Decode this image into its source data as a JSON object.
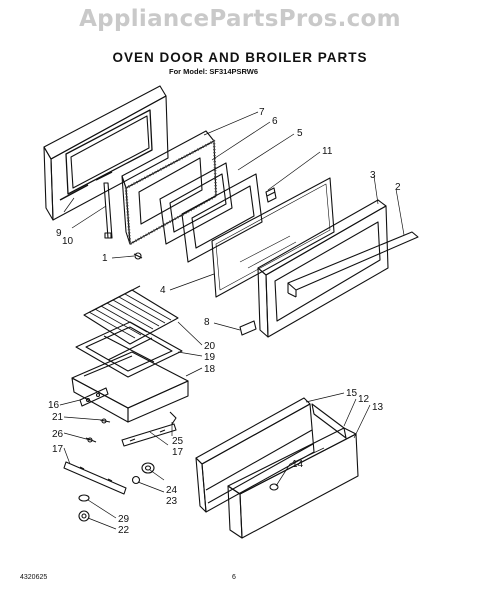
{
  "header": {
    "watermark": "AppliancePartsPros.com",
    "title": "OVEN DOOR AND BROILER PARTS",
    "model_line": "For Model: SF314PSRW6"
  },
  "footer": {
    "code": "4320625",
    "page": "6"
  },
  "callouts": [
    "1",
    "2",
    "3",
    "4",
    "5",
    "6",
    "7",
    "8",
    "9",
    "10",
    "11",
    "12",
    "13",
    "14",
    "15",
    "16",
    "17",
    "17",
    "18",
    "19",
    "20",
    "21",
    "22",
    "23",
    "24",
    "25",
    "26",
    "29"
  ]
}
